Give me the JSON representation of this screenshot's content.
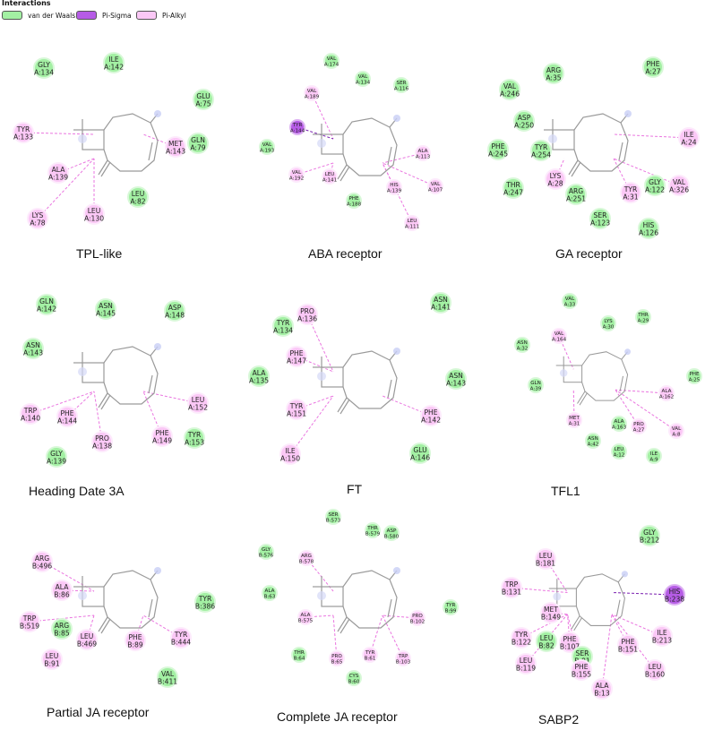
{
  "legend": {
    "title": "Interactions",
    "items": [
      {
        "label": "van der Waals",
        "color": "#a3f0a3"
      },
      {
        "label": "Pi-Sigma",
        "color": "#b65ce6"
      },
      {
        "label": "Pi-Alkyl",
        "color": "#fbc8f6"
      }
    ]
  },
  "colors": {
    "vdw_fill": "#a3f0a3",
    "vdw_stroke": "#d8f8d8",
    "alkyl_fill": "#fbc8f6",
    "alkyl_stroke": "#fdeafc",
    "sigma_fill": "#b65ce6",
    "sigma_stroke": "#dcb0f2",
    "line_alkyl": "#ea76e0",
    "line_sigma": "#7a1fb0",
    "ligand": "#9a9a9a"
  },
  "panels": [
    {
      "caption": "TPL-like",
      "residues": [
        {
          "name": "GLY",
          "id": "A:134",
          "type": "vdw"
        },
        {
          "name": "ILE",
          "id": "A:142",
          "type": "vdw"
        },
        {
          "name": "GLU",
          "id": "A:75",
          "type": "vdw"
        },
        {
          "name": "GLN",
          "id": "A:79",
          "type": "vdw"
        },
        {
          "name": "TYR",
          "id": "A:133",
          "type": "alkyl"
        },
        {
          "name": "ALA",
          "id": "A:139",
          "type": "alkyl"
        },
        {
          "name": "MET",
          "id": "A:143",
          "type": "alkyl"
        },
        {
          "name": "LEU",
          "id": "A:82",
          "type": "vdw"
        },
        {
          "name": "LYS",
          "id": "A:78",
          "type": "alkyl"
        },
        {
          "name": "LEU",
          "id": "A:130",
          "type": "alkyl"
        }
      ]
    },
    {
      "caption": "ABA receptor",
      "residues": [
        {
          "name": "VAL",
          "id": "A:174",
          "type": "vdw"
        },
        {
          "name": "VAL",
          "id": "A:134",
          "type": "vdw"
        },
        {
          "name": "SER",
          "id": "A:116",
          "type": "vdw"
        },
        {
          "name": "VAL",
          "id": "A:189",
          "type": "alkyl"
        },
        {
          "name": "TYR",
          "id": "A:144",
          "type": "sigma"
        },
        {
          "name": "VAL",
          "id": "A:193",
          "type": "vdw"
        },
        {
          "name": "VAL",
          "id": "A:192",
          "type": "alkyl"
        },
        {
          "name": "LEU",
          "id": "A:141",
          "type": "alkyl"
        },
        {
          "name": "ALA",
          "id": "A:113",
          "type": "alkyl"
        },
        {
          "name": "HIS",
          "id": "A:139",
          "type": "alkyl"
        },
        {
          "name": "VAL",
          "id": "A:107",
          "type": "alkyl"
        },
        {
          "name": "PHE",
          "id": "A:188",
          "type": "vdw"
        },
        {
          "name": "LEU",
          "id": "A:111",
          "type": "alkyl"
        }
      ]
    },
    {
      "caption": "GA receptor",
      "residues": [
        {
          "name": "ARG",
          "id": "A:35",
          "type": "vdw"
        },
        {
          "name": "PHE",
          "id": "A:27",
          "type": "vdw"
        },
        {
          "name": "VAL",
          "id": "A:246",
          "type": "vdw"
        },
        {
          "name": "ASP",
          "id": "A:250",
          "type": "vdw"
        },
        {
          "name": "PHE",
          "id": "A:245",
          "type": "vdw"
        },
        {
          "name": "TYR",
          "id": "A:254",
          "type": "vdw"
        },
        {
          "name": "ILE",
          "id": "A:24",
          "type": "alkyl"
        },
        {
          "name": "LYS",
          "id": "A:28",
          "type": "alkyl"
        },
        {
          "name": "THR",
          "id": "A:247",
          "type": "vdw"
        },
        {
          "name": "ARG",
          "id": "A:251",
          "type": "vdw"
        },
        {
          "name": "TYR",
          "id": "A:31",
          "type": "alkyl"
        },
        {
          "name": "GLY",
          "id": "A:122",
          "type": "vdw"
        },
        {
          "name": "VAL",
          "id": "A:326",
          "type": "alkyl"
        },
        {
          "name": "SER",
          "id": "A:123",
          "type": "vdw"
        },
        {
          "name": "HIS",
          "id": "A:126",
          "type": "vdw"
        }
      ]
    },
    {
      "caption": "Heading Date 3A",
      "residues": [
        {
          "name": "GLN",
          "id": "A:142",
          "type": "vdw"
        },
        {
          "name": "ASN",
          "id": "A:145",
          "type": "vdw"
        },
        {
          "name": "ASP",
          "id": "A:148",
          "type": "vdw"
        },
        {
          "name": "ASN",
          "id": "A:143",
          "type": "vdw"
        },
        {
          "name": "LEU",
          "id": "A:152",
          "type": "alkyl"
        },
        {
          "name": "TRP",
          "id": "A:140",
          "type": "alkyl"
        },
        {
          "name": "PHE",
          "id": "A:144",
          "type": "alkyl"
        },
        {
          "name": "PRO",
          "id": "A:138",
          "type": "alkyl"
        },
        {
          "name": "PHE",
          "id": "A:149",
          "type": "alkyl"
        },
        {
          "name": "TYR",
          "id": "A:153",
          "type": "vdw"
        },
        {
          "name": "GLY",
          "id": "A:139",
          "type": "vdw"
        }
      ]
    },
    {
      "caption": "FT",
      "residues": [
        {
          "name": "PRO",
          "id": "A:136",
          "type": "alkyl"
        },
        {
          "name": "ASN",
          "id": "A:141",
          "type": "vdw"
        },
        {
          "name": "TYR",
          "id": "A:134",
          "type": "vdw"
        },
        {
          "name": "PHE",
          "id": "A:147",
          "type": "alkyl"
        },
        {
          "name": "ALA",
          "id": "A:135",
          "type": "vdw"
        },
        {
          "name": "ASN",
          "id": "A:143",
          "type": "vdw"
        },
        {
          "name": "TYR",
          "id": "A:151",
          "type": "alkyl"
        },
        {
          "name": "PHE",
          "id": "A:142",
          "type": "alkyl"
        },
        {
          "name": "ILE",
          "id": "A:150",
          "type": "alkyl"
        },
        {
          "name": "GLU",
          "id": "A:146",
          "type": "vdw"
        }
      ]
    },
    {
      "caption": "TFL1",
      "residues": [
        {
          "name": "VAL",
          "id": "A:33",
          "type": "vdw"
        },
        {
          "name": "LYS",
          "id": "A:30",
          "type": "vdw"
        },
        {
          "name": "THR",
          "id": "A:29",
          "type": "vdw"
        },
        {
          "name": "ASN",
          "id": "A:32",
          "type": "vdw"
        },
        {
          "name": "VAL",
          "id": "A:164",
          "type": "alkyl"
        },
        {
          "name": "PHE",
          "id": "A:25",
          "type": "vdw"
        },
        {
          "name": "GLN",
          "id": "A:39",
          "type": "vdw"
        },
        {
          "name": "ALA",
          "id": "A:162",
          "type": "alkyl"
        },
        {
          "name": "MET",
          "id": "A:31",
          "type": "alkyl"
        },
        {
          "name": "ALA",
          "id": "A:163",
          "type": "vdw"
        },
        {
          "name": "PRO",
          "id": "A:27",
          "type": "alkyl"
        },
        {
          "name": "VAL",
          "id": "A:8",
          "type": "alkyl"
        },
        {
          "name": "ASN",
          "id": "A:42",
          "type": "vdw"
        },
        {
          "name": "LEU",
          "id": "A:12",
          "type": "vdw"
        },
        {
          "name": "ILE",
          "id": "A:9",
          "type": "vdw"
        }
      ]
    },
    {
      "caption": "Partial JA receptor",
      "residues": [
        {
          "name": "ARG",
          "id": "B:496",
          "type": "alkyl"
        },
        {
          "name": "ALA",
          "id": "B:86",
          "type": "alkyl"
        },
        {
          "name": "TYR",
          "id": "B:386",
          "type": "vdw"
        },
        {
          "name": "TRP",
          "id": "B:519",
          "type": "alkyl"
        },
        {
          "name": "ARG",
          "id": "B:85",
          "type": "vdw"
        },
        {
          "name": "LEU",
          "id": "B:469",
          "type": "alkyl"
        },
        {
          "name": "PHE",
          "id": "B:89",
          "type": "alkyl"
        },
        {
          "name": "TYR",
          "id": "B:444",
          "type": "alkyl"
        },
        {
          "name": "VAL",
          "id": "B:411",
          "type": "vdw"
        },
        {
          "name": "LEU",
          "id": "B:91",
          "type": "alkyl"
        }
      ]
    },
    {
      "caption": "Complete JA receptor",
      "residues": [
        {
          "name": "SER",
          "id": "B:573",
          "type": "vdw"
        },
        {
          "name": "THR",
          "id": "B:579",
          "type": "vdw"
        },
        {
          "name": "ASP",
          "id": "B:580",
          "type": "vdw"
        },
        {
          "name": "GLY",
          "id": "B:576",
          "type": "vdw"
        },
        {
          "name": "ARG",
          "id": "B:578",
          "type": "alkyl"
        },
        {
          "name": "ALA",
          "id": "B:63",
          "type": "vdw"
        },
        {
          "name": "TYR",
          "id": "B:99",
          "type": "vdw"
        },
        {
          "name": "ALA",
          "id": "B:575",
          "type": "alkyl"
        },
        {
          "name": "PRO",
          "id": "B:102",
          "type": "alkyl"
        },
        {
          "name": "THR",
          "id": "B:64",
          "type": "vdw"
        },
        {
          "name": "PRO",
          "id": "B:65",
          "type": "alkyl"
        },
        {
          "name": "TYR",
          "id": "B:61",
          "type": "alkyl"
        },
        {
          "name": "TRP",
          "id": "B:103",
          "type": "alkyl"
        },
        {
          "name": "CYS",
          "id": "B:60",
          "type": "vdw"
        }
      ]
    },
    {
      "caption": "SABP2",
      "residues": [
        {
          "name": "GLY",
          "id": "B:212",
          "type": "vdw"
        },
        {
          "name": "LEU",
          "id": "B:181",
          "type": "alkyl"
        },
        {
          "name": "TRP",
          "id": "B:131",
          "type": "alkyl"
        },
        {
          "name": "HIS",
          "id": "B:238",
          "type": "sigma"
        },
        {
          "name": "MET",
          "id": "B:149",
          "type": "alkyl"
        },
        {
          "name": "TYR",
          "id": "B:122",
          "type": "alkyl"
        },
        {
          "name": "LEU",
          "id": "B:82",
          "type": "vdw"
        },
        {
          "name": "PHE",
          "id": "B:107",
          "type": "alkyl"
        },
        {
          "name": "SER",
          "id": "B:81",
          "type": "vdw"
        },
        {
          "name": "ILE",
          "id": "B:213",
          "type": "alkyl"
        },
        {
          "name": "PHE",
          "id": "B:151",
          "type": "alkyl"
        },
        {
          "name": "LEU",
          "id": "B:119",
          "type": "alkyl"
        },
        {
          "name": "PHE",
          "id": "B:155",
          "type": "alkyl"
        },
        {
          "name": "LEU",
          "id": "B:160",
          "type": "alkyl"
        },
        {
          "name": "ALA",
          "id": "B:13",
          "type": "alkyl"
        }
      ]
    }
  ]
}
